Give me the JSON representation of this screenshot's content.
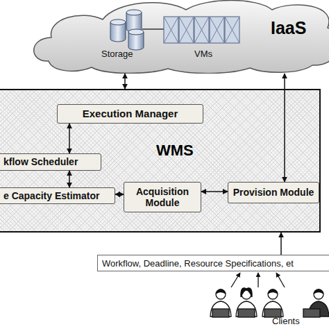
{
  "diagram": {
    "nodes": [
      {
        "text": [
          "IaaS"
        ]
      },
      {
        "text": [
          "WMS"
        ]
      },
      {
        "text": [
          "Execution Manager"
        ],
        "in": 1
      },
      {
        "text": [
          "kflow Scheduler"
        ],
        "in": 1
      },
      {
        "text": [
          "e Capacity Estimator"
        ],
        "in": 1
      },
      {
        "text": [
          "Acquisition Module"
        ],
        "in": 1
      },
      {
        "text": [
          "Provision Module"
        ],
        "in": 1
      },
      {
        "text": [
          "Workflow, Deadline, Resource Specifications, et"
        ]
      }
    ],
    "edges": [
      {
        "from": 0,
        "to": 1,
        "arrow": "both"
      },
      {
        "from": 2,
        "to": 3,
        "arrow": "both"
      },
      {
        "from": 3,
        "to": 4,
        "arrow": "both"
      },
      {
        "from": 4,
        "to": 5,
        "arrow": "both"
      },
      {
        "from": 5,
        "to": 6,
        "arrow": "both"
      },
      {
        "from": 0,
        "to": 6,
        "arrow": "both"
      },
      {
        "from": 7,
        "to": 1,
        "arrow": "to"
      }
    ],
    "labels": [
      "Storage",
      "VMs",
      "Clients"
    ]
  }
}
